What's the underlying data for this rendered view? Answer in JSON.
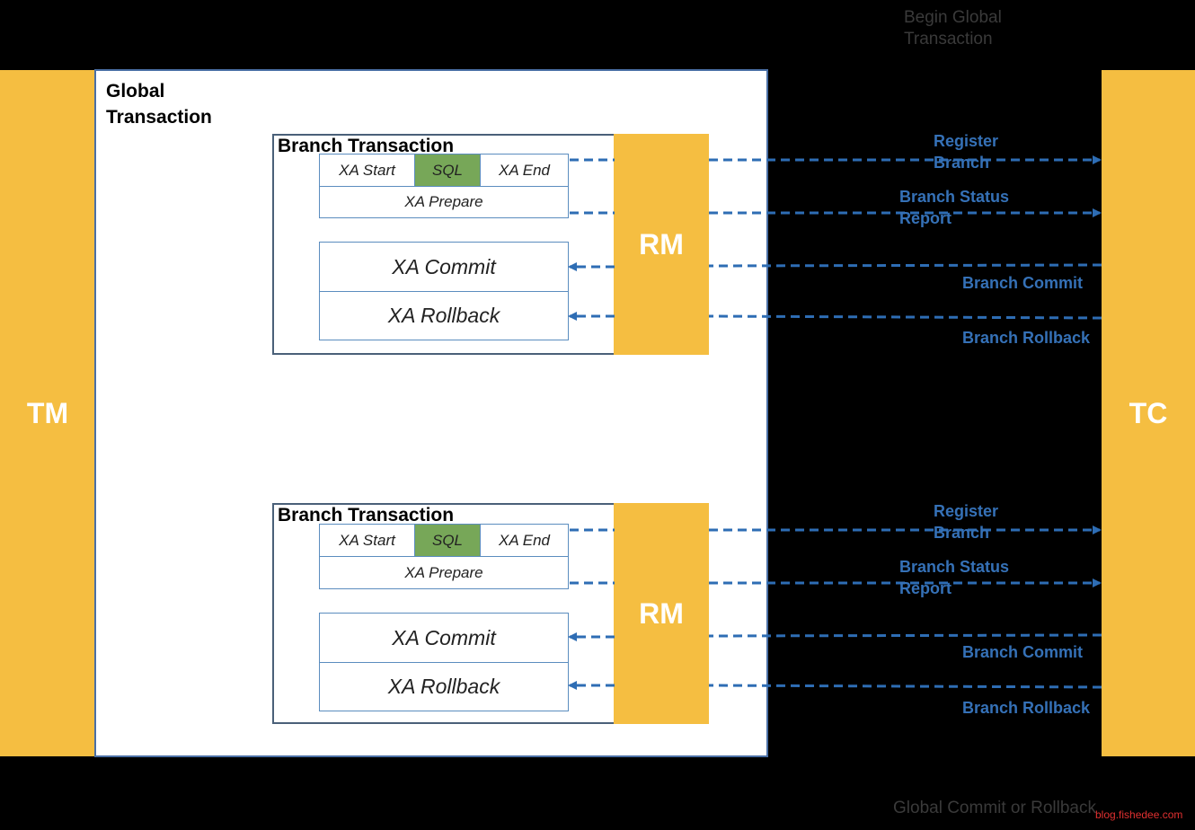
{
  "tm": {
    "label": "TM"
  },
  "tc": {
    "label": "TC"
  },
  "global": {
    "title_line1": "Global",
    "title_line2": "Transaction"
  },
  "branch": {
    "title": "Branch Transaction",
    "xa_start": "XA Start",
    "sql": "SQL",
    "xa_end": "XA End",
    "xa_prepare": "XA Prepare",
    "xa_commit": "XA Commit",
    "xa_rollback": "XA Rollback",
    "rm": "RM"
  },
  "arrows": {
    "register_line1": "Register",
    "register_line2": "Branch",
    "status_line1": "Branch Status",
    "status_line2": "Report",
    "commit": "Branch Commit",
    "rollback": "Branch Rollback"
  },
  "ghost_top": {
    "line1": "Begin Global",
    "line2": "Transaction"
  },
  "ghost_bottom": {
    "label": "Global Commit or Rollback"
  },
  "watermark": "blog.fishedee.com",
  "colors": {
    "background": "#000000",
    "actor": "#F5BE41",
    "sql_cell": "#77A758",
    "arrow": "#2E6DB4",
    "label": "#3571B7",
    "watermark": "#E03030"
  }
}
